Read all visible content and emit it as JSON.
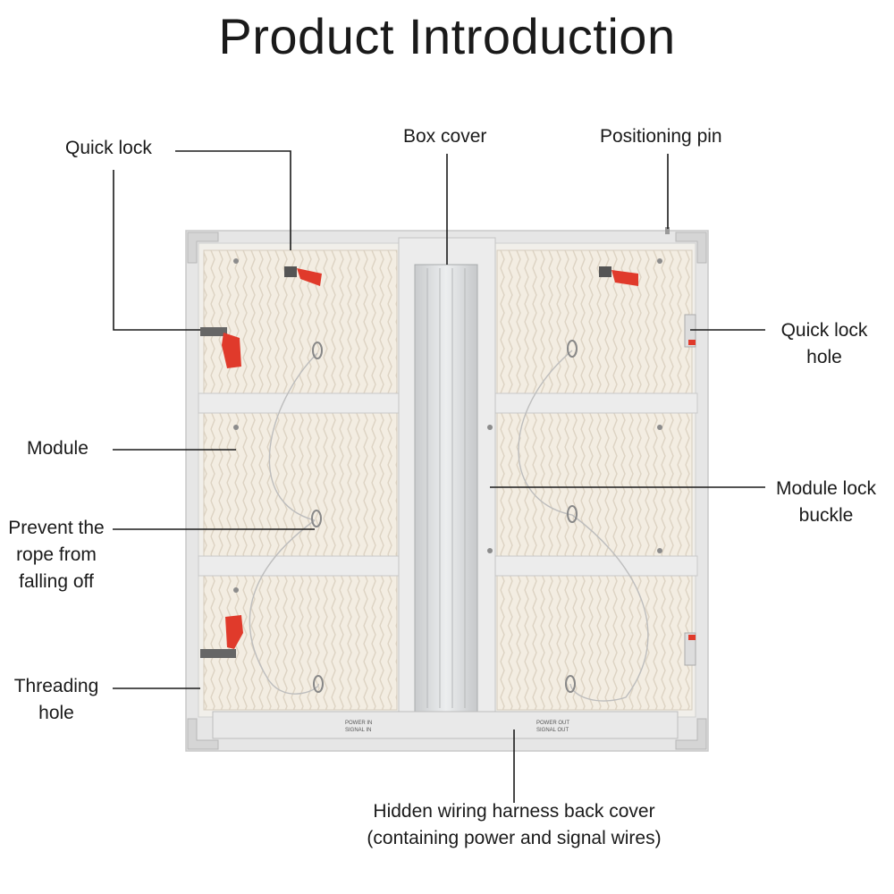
{
  "title": "Product Introduction",
  "labels": {
    "quick_lock": "Quick lock",
    "box_cover": "Box cover",
    "positioning_pin": "Positioning pin",
    "quick_lock_hole_1": "Quick lock",
    "quick_lock_hole_2": "hole",
    "module": "Module",
    "module_lock_buckle_1": "Module lock",
    "module_lock_buckle_2": "buckle",
    "prevent_rope_1": "Prevent the",
    "prevent_rope_2": "rope from",
    "prevent_rope_3": "falling off",
    "threading_hole_1": "Threading",
    "threading_hole_2": "hole",
    "hidden_wiring_1": "Hidden wiring harness back cover",
    "hidden_wiring_2": "(containing power and signal wires)"
  },
  "plate_text": {
    "power_in": "POWER IN",
    "signal_in": "SIGNAL IN",
    "power_out": "POWER OUT",
    "signal_out": "SIGNAL OUT"
  },
  "colors": {
    "frame": "#e6e6e6",
    "module": "#f3ede2",
    "rib": "#ddd3c3",
    "lock_red": "#e03a2b",
    "leader": "#1a1a1a"
  }
}
